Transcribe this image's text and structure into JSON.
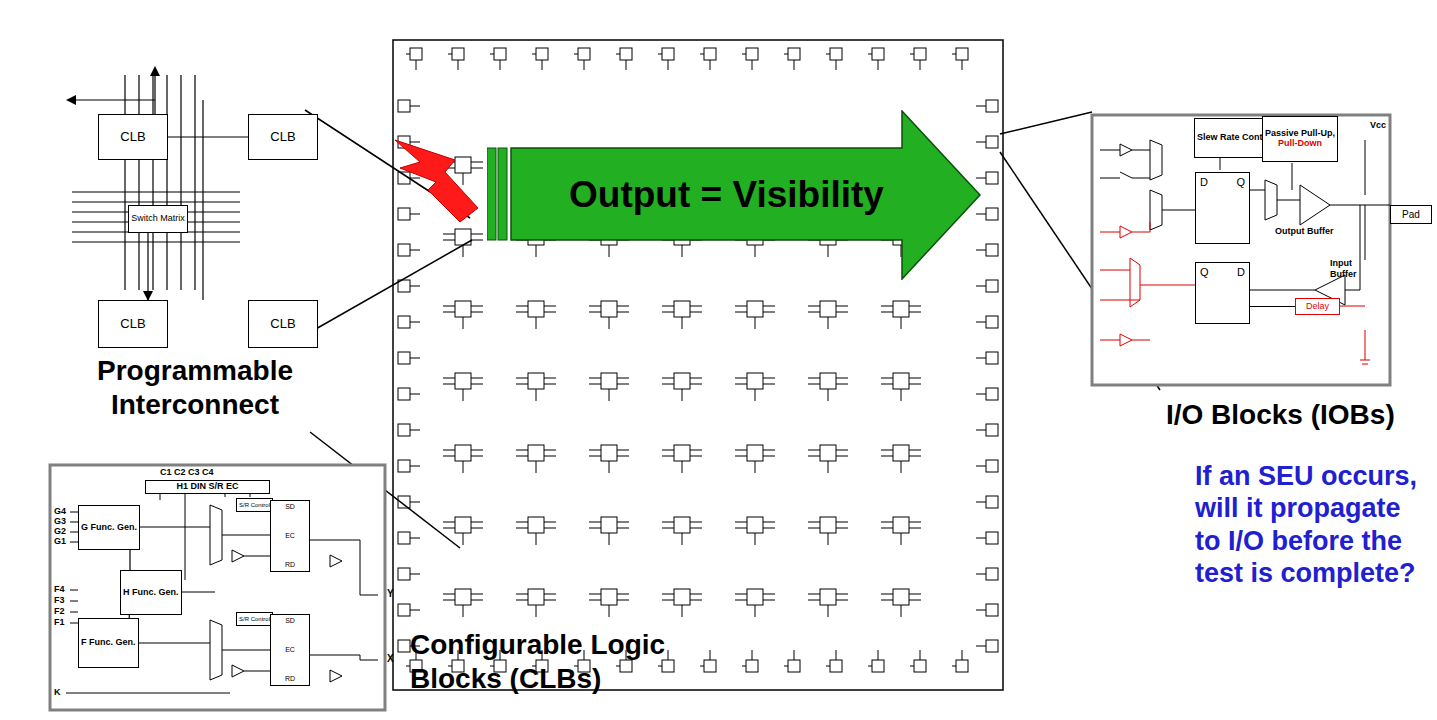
{
  "diagram": {
    "nodes": [
      {
        "text": [
          "CLB"
        ]
      },
      {
        "text": [
          "CLB"
        ]
      },
      {
        "text": [
          "Switch Matrix"
        ]
      },
      {
        "text": [
          "CLB"
        ]
      },
      {
        "text": [
          "CLB"
        ]
      },
      {
        "text": [
          "Output = Visibility"
        ]
      },
      {
        "text": [
          "Slew Rate Control"
        ]
      },
      {
        "text": [
          "Passive Pull-Up,",
          "Pull-Down"
        ]
      },
      {
        "text": [
          "D",
          "Q"
        ]
      },
      {
        "text": [
          "Q",
          "D"
        ]
      },
      {
        "text": [
          "Delay"
        ]
      },
      {
        "text": [
          "Pad"
        ]
      },
      {
        "text": [
          "G Func. Gen."
        ]
      },
      {
        "text": [
          "H Func. Gen."
        ]
      },
      {
        "text": [
          "F Func. Gen."
        ]
      },
      {
        "text": [
          "H1 DIN S/R EC"
        ]
      },
      {
        "text": [
          "S/R Control"
        ]
      },
      {
        "text": [
          "SD",
          "EC",
          "RD"
        ]
      },
      {
        "text": [
          "S/R Control"
        ]
      },
      {
        "text": [
          "SD",
          "EC",
          "RD"
        ]
      }
    ],
    "edges": [
      {
        "from": 0,
        "to": 1,
        "arrow": "none"
      },
      {
        "from": 2,
        "to": 3,
        "arrow": "to"
      },
      {
        "from": 12,
        "to": 13,
        "arrow": "none"
      },
      {
        "from": 14,
        "to": 13,
        "arrow": "none"
      },
      {
        "from": 10,
        "to": 9,
        "arrow": "none"
      }
    ],
    "labels": [
      "Programmable Interconnect",
      "Configurable Logic Blocks (CLBs)",
      "I/O Blocks (IOBs)",
      "If an SEU occurs, will it propagate to I/O before the test is complete?",
      "Output Buffer",
      "Input Buffer",
      "Vcc",
      "C1 C2 C3 C4",
      "G4",
      "G3",
      "G2",
      "G1",
      "F4",
      "F3",
      "F2",
      "F1",
      "K",
      "Y",
      "X"
    ]
  }
}
